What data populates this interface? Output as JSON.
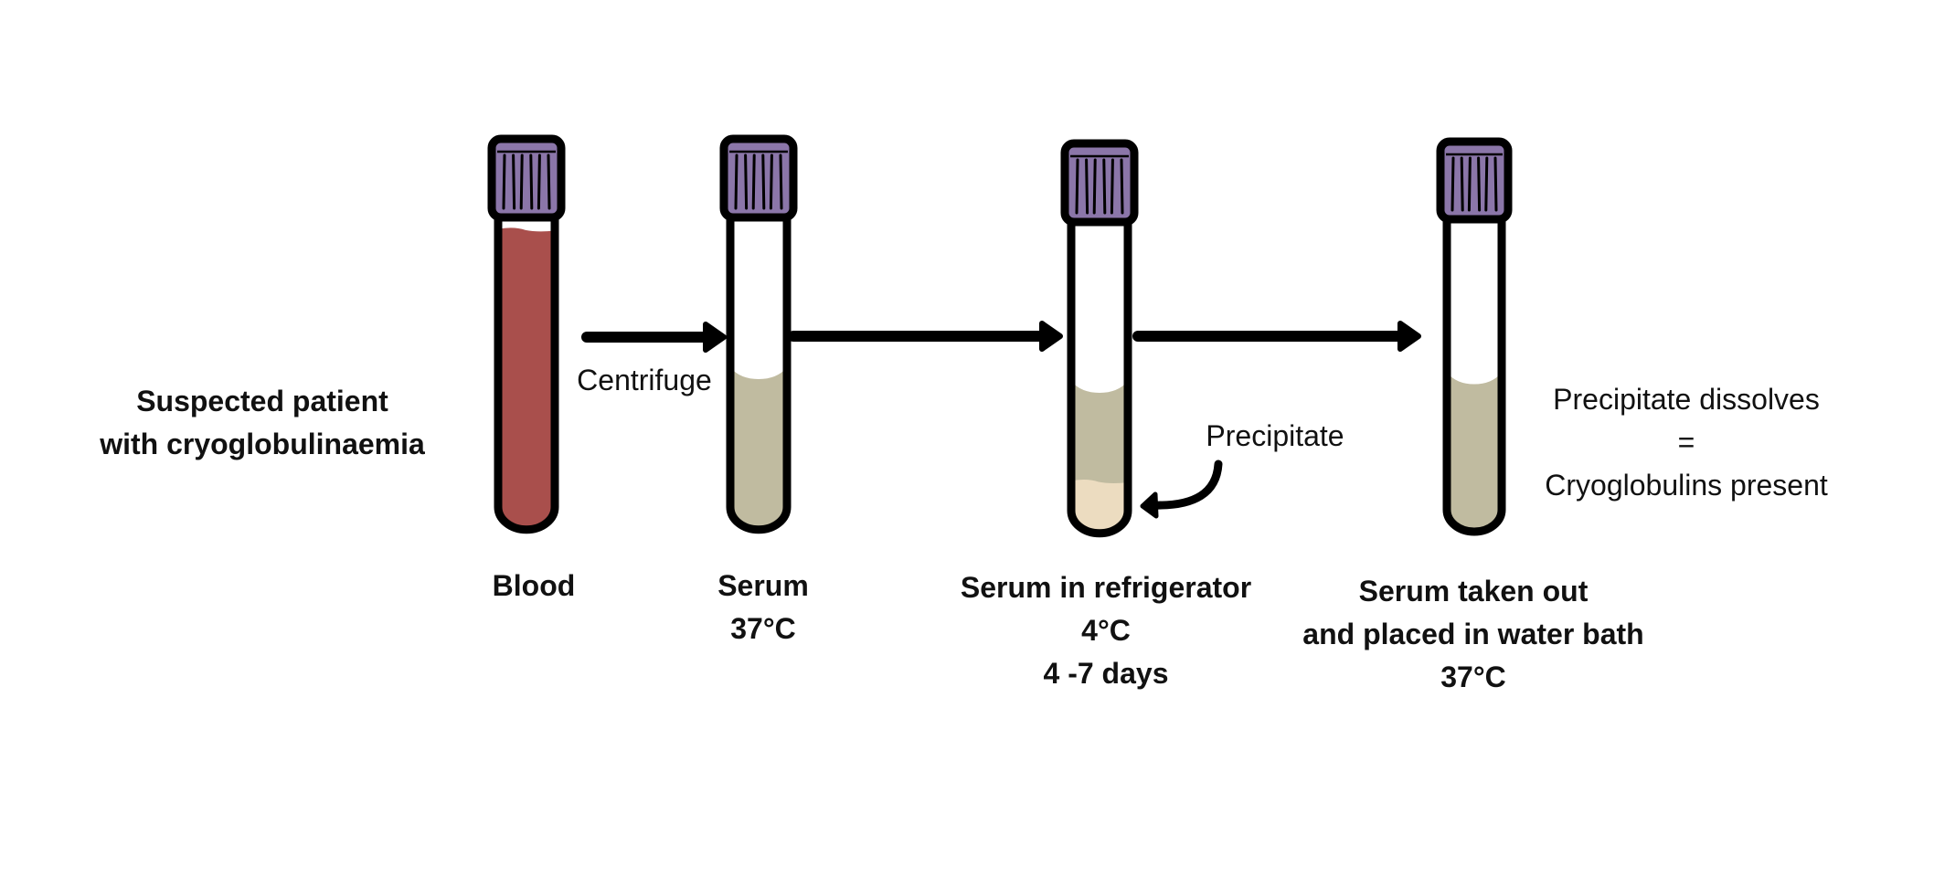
{
  "diagram": {
    "title_left": {
      "lines": [
        "Suspected patient",
        "with cryoglobulinaemia"
      ]
    },
    "colors": {
      "outline": "#000000",
      "cap": "#8b76a9",
      "blood": "#a94f4c",
      "serum": "#c0bba0",
      "precipitate": "#ecdcc0",
      "empty": "#ffffff"
    },
    "tubes": [
      {
        "id": "blood",
        "contents": [
          {
            "type": "blood",
            "fill_fraction": 0.96
          }
        ],
        "caption": [
          "Blood"
        ]
      },
      {
        "id": "serum",
        "contents": [
          {
            "type": "serum",
            "fill_fraction": 0.52
          }
        ],
        "caption": [
          "Serum",
          "37°C"
        ]
      },
      {
        "id": "refrigerated",
        "contents": [
          {
            "type": "serum",
            "fill_fraction": 0.49
          },
          {
            "type": "precipitate",
            "fill_fraction": 0.18
          }
        ],
        "caption": [
          "Serum in refrigerator",
          "4°C",
          "4 -7 days"
        ]
      },
      {
        "id": "water-bath",
        "contents": [
          {
            "type": "serum",
            "fill_fraction": 0.51
          }
        ],
        "caption": [
          "Serum taken out",
          "and placed in water bath",
          "37°C"
        ]
      }
    ],
    "arrows": [
      {
        "from": "blood",
        "to": "serum",
        "label": "Centrifuge"
      },
      {
        "from": "serum",
        "to": "refrigerated",
        "label": ""
      },
      {
        "from": "refrigerated",
        "to": "water-bath",
        "label": ""
      }
    ],
    "precipitate_callout": {
      "label": "Precipitate"
    },
    "result": {
      "lines": [
        "Precipitate dissolves",
        "=",
        "Cryoglobulins present"
      ]
    }
  }
}
